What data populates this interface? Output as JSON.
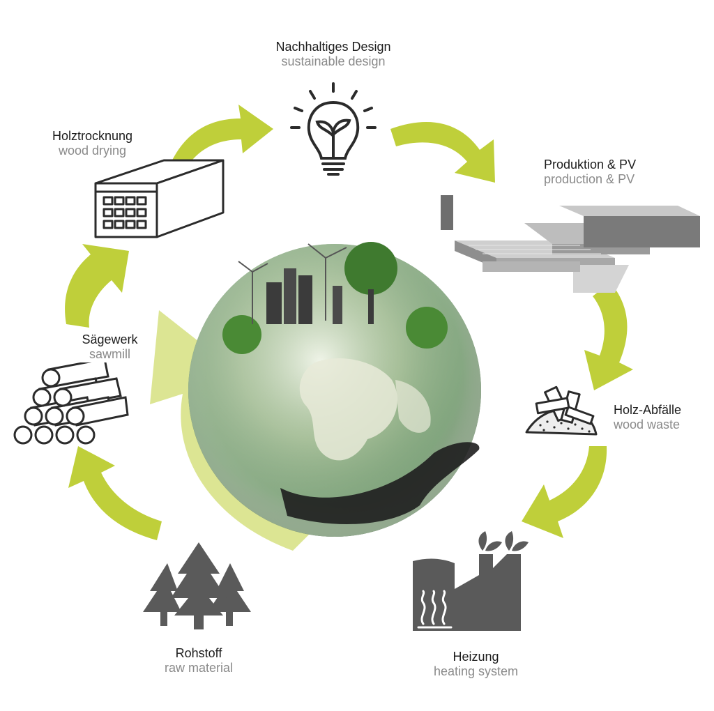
{
  "colors": {
    "arrow": "#bfcf3a",
    "arrow_light": "#d9e38a",
    "icon_dark": "#5a5a5a",
    "icon_line": "#2b2b2b",
    "globe_green": "#3e8a3a",
    "text_primary": "#1c1c1c",
    "text_secondary": "#8a8a8a"
  },
  "center_image": {
    "icon": "globe-in-hand-icon"
  },
  "cycle": [
    {
      "id": "design",
      "de": "Nachhaltiges Design",
      "en": "sustainable design",
      "icon": "lightbulb-sprout-icon"
    },
    {
      "id": "production",
      "de": "Produktion & PV",
      "en": "production & PV",
      "icon": "factory-building-icon"
    },
    {
      "id": "waste",
      "de": "Holz-Abfälle",
      "en": "wood waste",
      "icon": "wood-chips-icon"
    },
    {
      "id": "heating",
      "de": "Heizung",
      "en": "heating system",
      "icon": "heating-plant-icon"
    },
    {
      "id": "raw",
      "de": "Rohstoff",
      "en": "raw material",
      "icon": "forest-trees-icon"
    },
    {
      "id": "sawmill",
      "de": "Sägewerk",
      "en": "sawmill",
      "icon": "log-stack-icon"
    },
    {
      "id": "drying",
      "de": "Holztrocknung",
      "en": "wood drying",
      "icon": "drying-kiln-icon"
    }
  ]
}
